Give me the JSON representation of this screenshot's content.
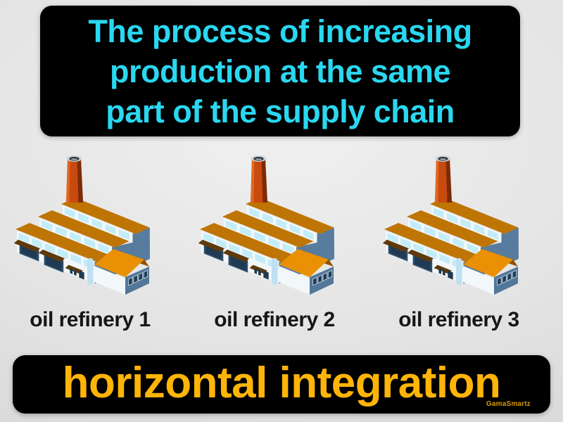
{
  "definition_box": {
    "lines": [
      "The process of increasing",
      "production at the same",
      "part of the supply chain"
    ]
  },
  "factories": [
    {
      "label": "oil refinery 1"
    },
    {
      "label": "oil refinery 2"
    },
    {
      "label": "oil refinery 3"
    }
  ],
  "term_box": {
    "label": "horizontal integration"
  },
  "watermark": "GamaSmartz",
  "colors": {
    "background": "#E3E3E3",
    "box_black": "#000000",
    "definition_cyan": "#2AD7F0",
    "term_orange": "#FFB408",
    "label_black": "#161616",
    "roof_orange": "#BE7503",
    "annex_roof_orange": "#E99004",
    "annex_roof_dark": "#8F5202",
    "wall_white": "#F2F7FA",
    "wall_blue": "#577C9E",
    "annex_wall_blue": "#537799",
    "window_cyan": "#C2ECF8",
    "window_dark": "#1F3A52",
    "door_dark": "#2B4D6B",
    "awning_brown": "#5E3A0C",
    "chimney_orange": "#C84A0E",
    "chimney_dark": "#7C2B04",
    "chimney_light": "#E06820",
    "chimney_rim": "#C9D6DE",
    "pipe_blue": "#BFE0F2",
    "outline": "#161616"
  }
}
